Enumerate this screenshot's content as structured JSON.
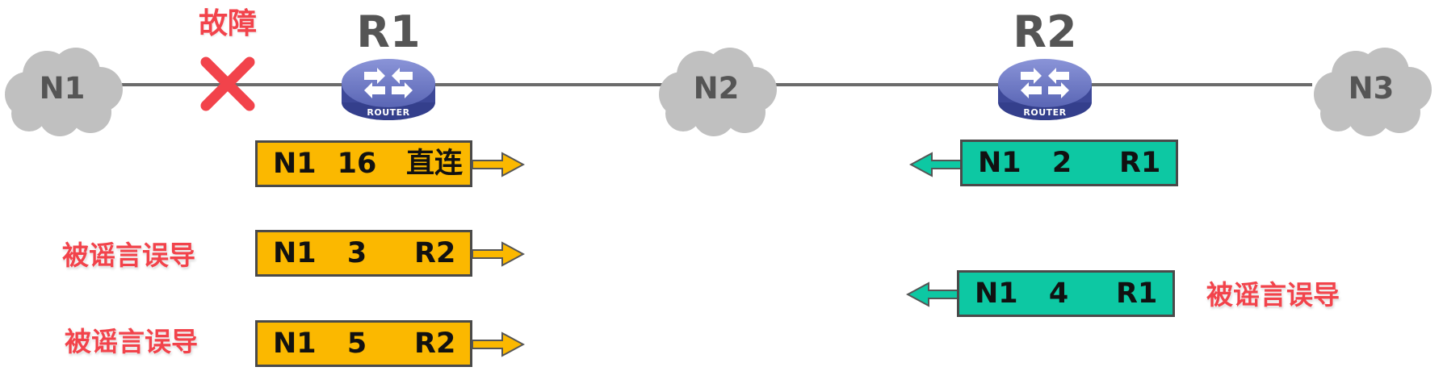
{
  "topology": {
    "nodes": [
      {
        "label": "N1"
      },
      {
        "label": "N2"
      },
      {
        "label": "N3"
      }
    ],
    "routers": [
      {
        "name": "R1",
        "badge": "ROUTER"
      },
      {
        "name": "R2",
        "badge": "ROUTER"
      }
    ],
    "fault_label": "故障"
  },
  "r1_routes": [
    {
      "dest": "N1",
      "metric": "16",
      "next": "直连"
    },
    {
      "dest": "N1",
      "metric": "3",
      "next": "R2"
    },
    {
      "dest": "N1",
      "metric": "5",
      "next": "R2"
    }
  ],
  "r2_routes": [
    {
      "dest": "N1",
      "metric": "2",
      "next": "R1"
    },
    {
      "dest": "N1",
      "metric": "4",
      "next": "R1"
    }
  ],
  "annotations": {
    "misled": [
      "被谣言误导",
      "被谣言误导",
      "被谣言误导"
    ]
  },
  "icons": {
    "fault": "cross-icon",
    "router": "router-icon",
    "network": "cloud-icon"
  },
  "colors": {
    "r1_route": "#FBB800",
    "r2_route": "#0DC8A3",
    "fault": "#F2434B",
    "cloud": "#C0C0C0",
    "router": "#5A66B5",
    "link": "#6B6B6B"
  }
}
